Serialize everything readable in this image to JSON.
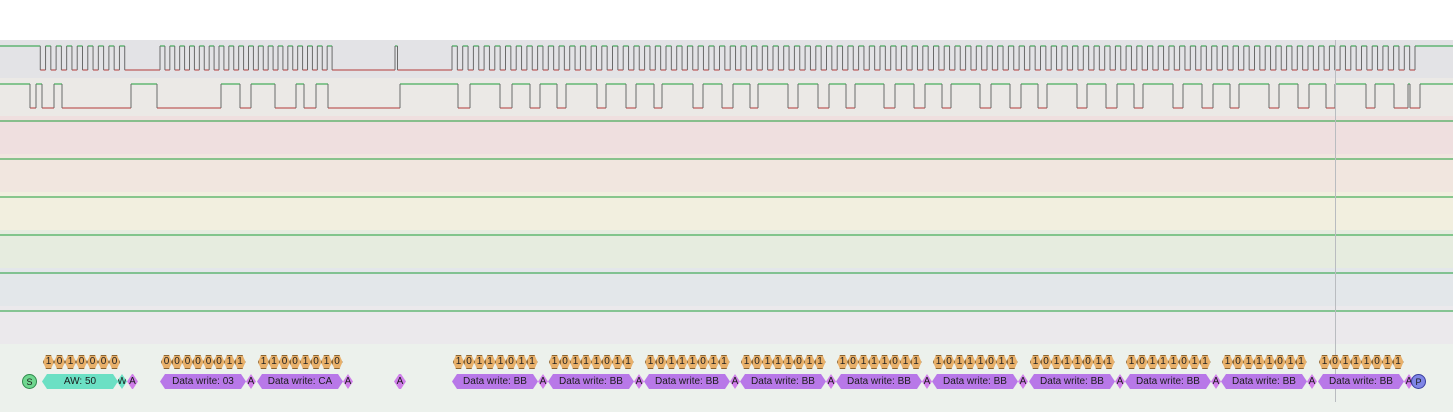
{
  "colors": {
    "wave_high": "#1f9e3a",
    "wave_low": "#b33b3b",
    "bit_fill": "#e8b06a",
    "write_fill": "#b878e8",
    "ack_fill": "#cf7fe9",
    "addr_fill": "#6be0c4",
    "start_fill": "#6fd78f",
    "stop_fill": "#7f86e6",
    "lane_backgrounds": [
      "#e3e3e6",
      "#ebe9e6",
      "#efdfdf",
      "#f1e6df",
      "#f2efdf",
      "#e6ecdf",
      "#e3e7ea",
      "#ebe9ec",
      "#ecf1ec"
    ]
  },
  "decoder": {
    "start": {
      "label": "S"
    },
    "address": {
      "label": "AW: 50",
      "bits": [
        "1",
        "0",
        "1",
        "0",
        "0",
        "0",
        "0"
      ]
    },
    "rw": {
      "label": "W"
    },
    "address_ack": {
      "label": "A"
    },
    "bytes": [
      {
        "label": "Data write: 03",
        "bits": [
          "0",
          "0",
          "0",
          "0",
          "0",
          "0",
          "1",
          "1"
        ]
      },
      {
        "label": "Data write: CA",
        "bits": [
          "1",
          "1",
          "0",
          "0",
          "1",
          "0",
          "1",
          "0"
        ]
      },
      {
        "label": "Data write: BB",
        "bits": [
          "1",
          "0",
          "1",
          "1",
          "1",
          "0",
          "1",
          "1"
        ]
      },
      {
        "label": "Data write: BB",
        "bits": [
          "1",
          "0",
          "1",
          "1",
          "1",
          "0",
          "1",
          "1"
        ]
      },
      {
        "label": "Data write: BB",
        "bits": [
          "1",
          "0",
          "1",
          "1",
          "1",
          "0",
          "1",
          "1"
        ]
      },
      {
        "label": "Data write: BB",
        "bits": [
          "1",
          "0",
          "1",
          "1",
          "1",
          "0",
          "1",
          "1"
        ]
      },
      {
        "label": "Data write: BB",
        "bits": [
          "1",
          "0",
          "1",
          "1",
          "1",
          "0",
          "1",
          "1"
        ]
      },
      {
        "label": "Data write: BB",
        "bits": [
          "1",
          "0",
          "1",
          "1",
          "1",
          "0",
          "1",
          "1"
        ]
      },
      {
        "label": "Data write: BB",
        "bits": [
          "1",
          "0",
          "1",
          "1",
          "1",
          "0",
          "1",
          "1"
        ]
      },
      {
        "label": "Data write: BB",
        "bits": [
          "1",
          "0",
          "1",
          "1",
          "1",
          "0",
          "1",
          "1"
        ]
      },
      {
        "label": "Data write: BB",
        "bits": [
          "1",
          "0",
          "1",
          "1",
          "1",
          "0",
          "1",
          "1"
        ]
      },
      {
        "label": "Data write: BB",
        "bits": [
          "1",
          "0",
          "1",
          "1",
          "1",
          "0",
          "1",
          "1"
        ]
      }
    ],
    "ack_label": "A",
    "stop": {
      "label": "P"
    }
  }
}
